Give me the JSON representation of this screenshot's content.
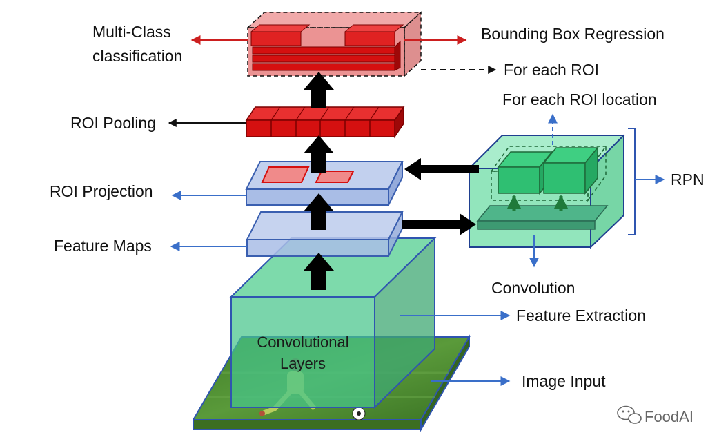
{
  "labels": {
    "multi_class_1": "Multi-Class",
    "multi_class_2": "classification",
    "bbox_regression": "Bounding Box Regression",
    "for_each_roi": "For each ROI",
    "for_each_roi_location": "For each ROI location",
    "roi_pooling": "ROI Pooling",
    "roi_projection": "ROI Projection",
    "rpn": "RPN",
    "feature_maps": "Feature Maps",
    "convolution": "Convolution",
    "feature_extraction": "Feature Extraction",
    "conv_layers_1": "Convolutional",
    "conv_layers_2": "Layers",
    "image_input": "Image Input"
  },
  "watermark": {
    "text": "FoodAI",
    "icon": "wechat-icon"
  },
  "colors": {
    "red_arrow": "#cc1f1f",
    "blue_arrow": "#3a6fc9",
    "black_arrow": "#000000",
    "classifier_box": "#e98a8a",
    "roi_cell": "#d51010",
    "feature_plane": "#b7c8ec",
    "conv_green": "#47c58a",
    "rpn_green": "#7fe0b0",
    "grass": "#4d8a30"
  }
}
